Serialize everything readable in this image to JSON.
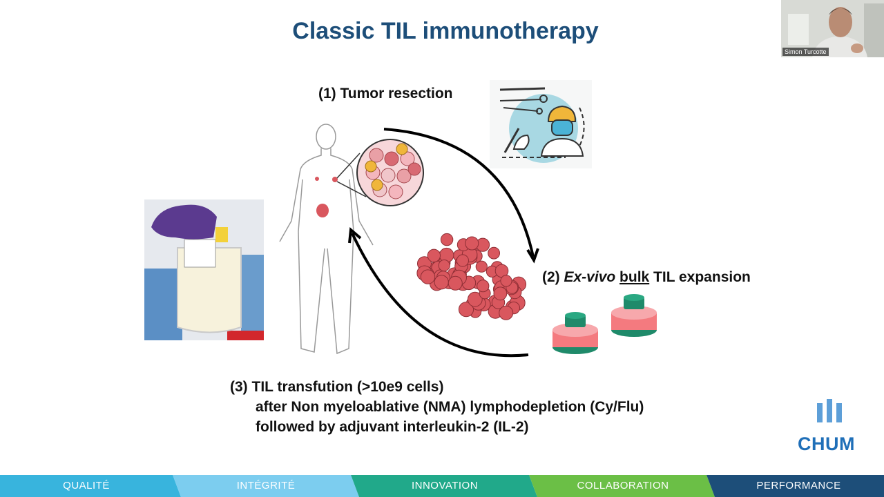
{
  "slide": {
    "title": "Classic TIL immunotherapy",
    "step1": "(1) Tumor resection",
    "step2_prefix": "(2) ",
    "step2_italic": "Ex-vivo",
    "step2_underline": "bulk",
    "step2_suffix": " TIL expansion",
    "step3_line1": "(3) TIL transfution (>10e9 cells)",
    "step3_line2": "after Non myeloablative (NMA) lymphodepletion (Cy/Flu)",
    "step3_line3": "followed by adjuvant interleukin-2 (IL-2)"
  },
  "webcam": {
    "participant_name": "Simon Turcotte"
  },
  "logo": {
    "text": "CHUM",
    "color": "#1f6fb8"
  },
  "footer": {
    "items": [
      {
        "label": "QUALITÉ",
        "color": "#38b4dd"
      },
      {
        "label": "INTÉGRITÉ",
        "color": "#7ccdef"
      },
      {
        "label": "INNOVATION",
        "color": "#21a98a"
      },
      {
        "label": "COLLABORATION",
        "color": "#6bbf46"
      },
      {
        "label": "PERFORMANCE",
        "color": "#1d4e79"
      }
    ]
  },
  "colors": {
    "title": "#1d4e79",
    "cells": "#d9575e",
    "flask_cap": "#1f8a6a"
  }
}
